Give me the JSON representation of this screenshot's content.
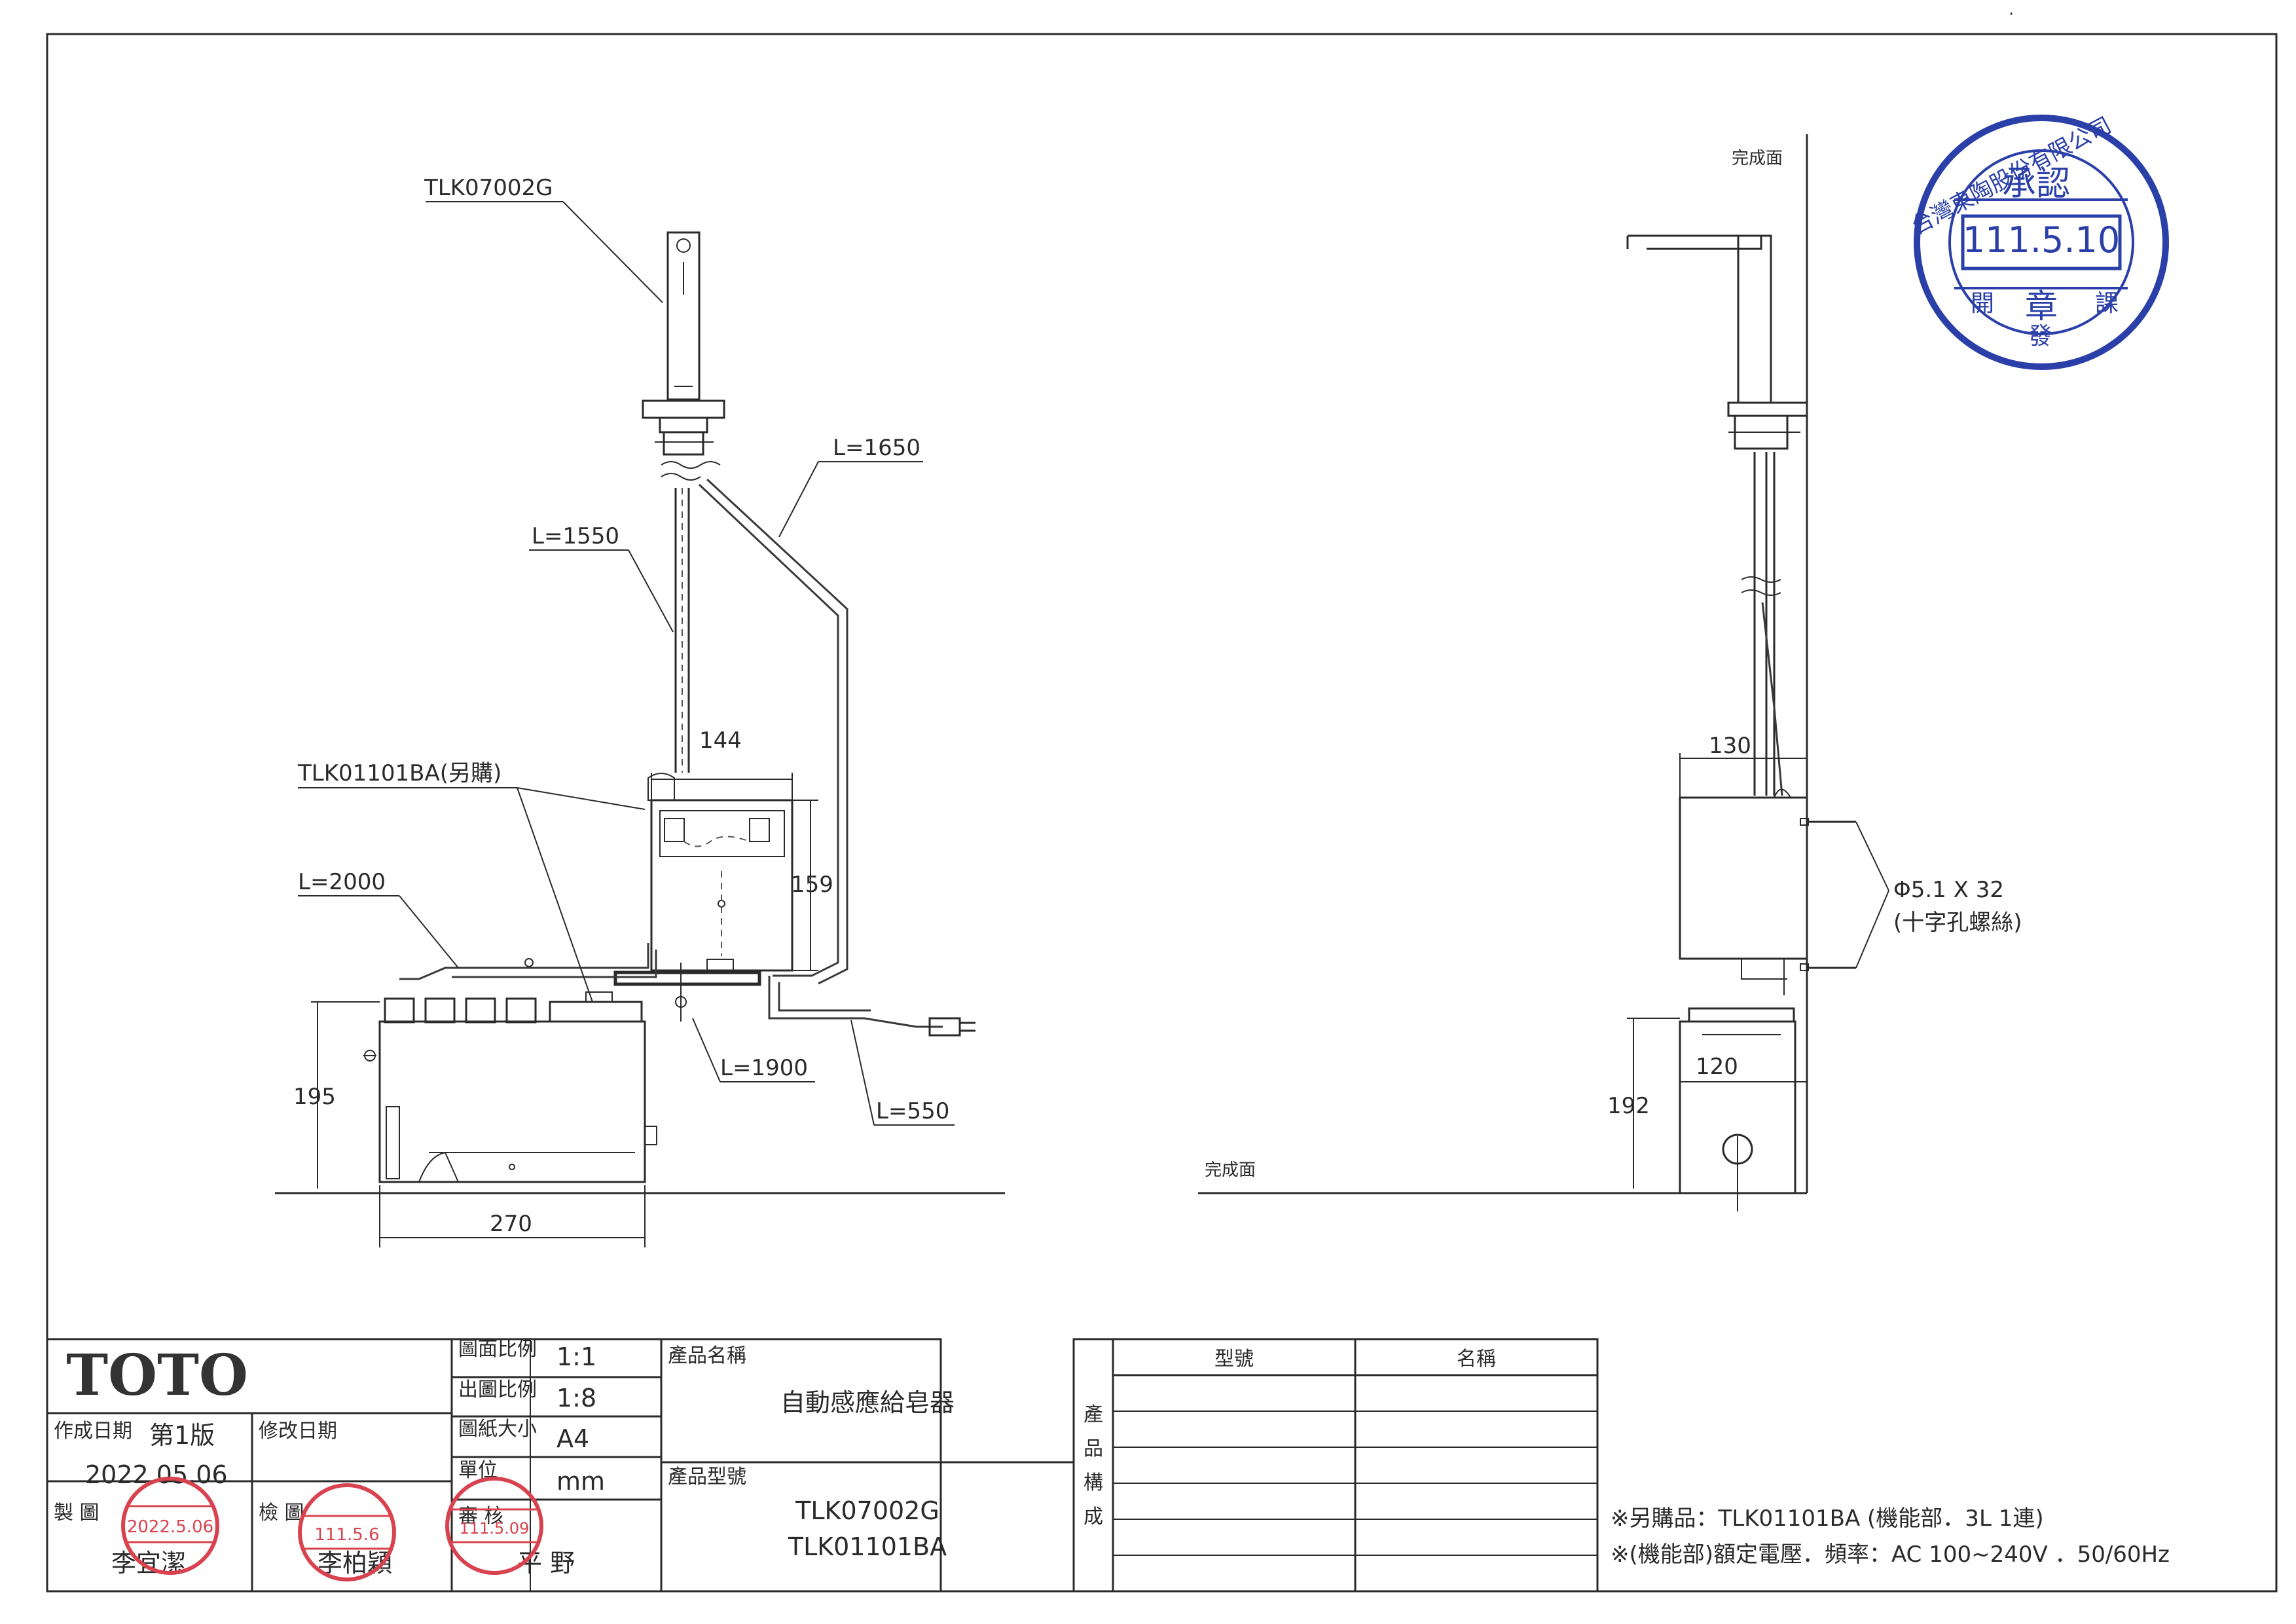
{
  "front_view": {
    "faucet_model": "TLK07002G",
    "unit_model": "TLK01101BA(另購)",
    "cable_1550": "L=1550",
    "cable_1650": "L=1650",
    "cable_2000": "L=2000",
    "cable_1900": "L=1900",
    "cable_550": "L=550",
    "dim_width_top": "144",
    "dim_height_unit": "159",
    "dim_height_tank": "195",
    "dim_width_tank": "270"
  },
  "side_view": {
    "finish_surface_wall": "完成面",
    "finish_surface_floor": "完成面",
    "dim_depth_unit": "130",
    "dim_depth_tank": "120",
    "dim_height_tank": "192",
    "screw_spec": "Φ5.1 X 32",
    "screw_note": "(十字孔螺絲)"
  },
  "approval_stamp": {
    "company": "台灣東陶股份有限公司",
    "approval": "承認",
    "date": "111.5.10",
    "seal": "章",
    "dept": [
      "開",
      "發",
      "課"
    ]
  },
  "title_block": {
    "brand": "TOTO",
    "created_date_label": "作成日期",
    "version": "第1版",
    "revision_label": "修改日期",
    "created_date": "2022.05.06",
    "drawn_label": "製 圖",
    "drawn_by": "李宜潔",
    "checked_label": "檢 圖",
    "checked_by": "李柏穎",
    "drawing_scale_label": "圖面比例",
    "drawing_scale": "1:1",
    "print_scale_label": "出圖比例",
    "print_scale": "1:8",
    "paper_size_label": "圖紙大小",
    "paper_size": "A4",
    "unit_label": "單位",
    "unit": "mm",
    "approved_label": "審 核",
    "approved_by": "平 野",
    "product_name_label": "產品名稱",
    "product_name": "自動感應給皂器",
    "product_model_label": "產品型號",
    "product_models": [
      "TLK07002G",
      "TLK01101BA"
    ],
    "composition_label": [
      "產",
      "品",
      "構",
      "成"
    ],
    "col_model": "型號",
    "col_name": "名稱"
  },
  "stamp_dates": {
    "drawn": "2022.5.06",
    "checked": "111.5.6",
    "approved": "111.5.09"
  },
  "notes": [
    "※另購品：TLK01101BA (機能部．3L 1連)",
    "※(機能部)額定電壓．頻率：AC 100~240V ．50/60Hz"
  ],
  "colors": {
    "line": "#2a2a2a",
    "stamp_blue": "#2b3fa8",
    "stamp_red": "#d8434f"
  }
}
